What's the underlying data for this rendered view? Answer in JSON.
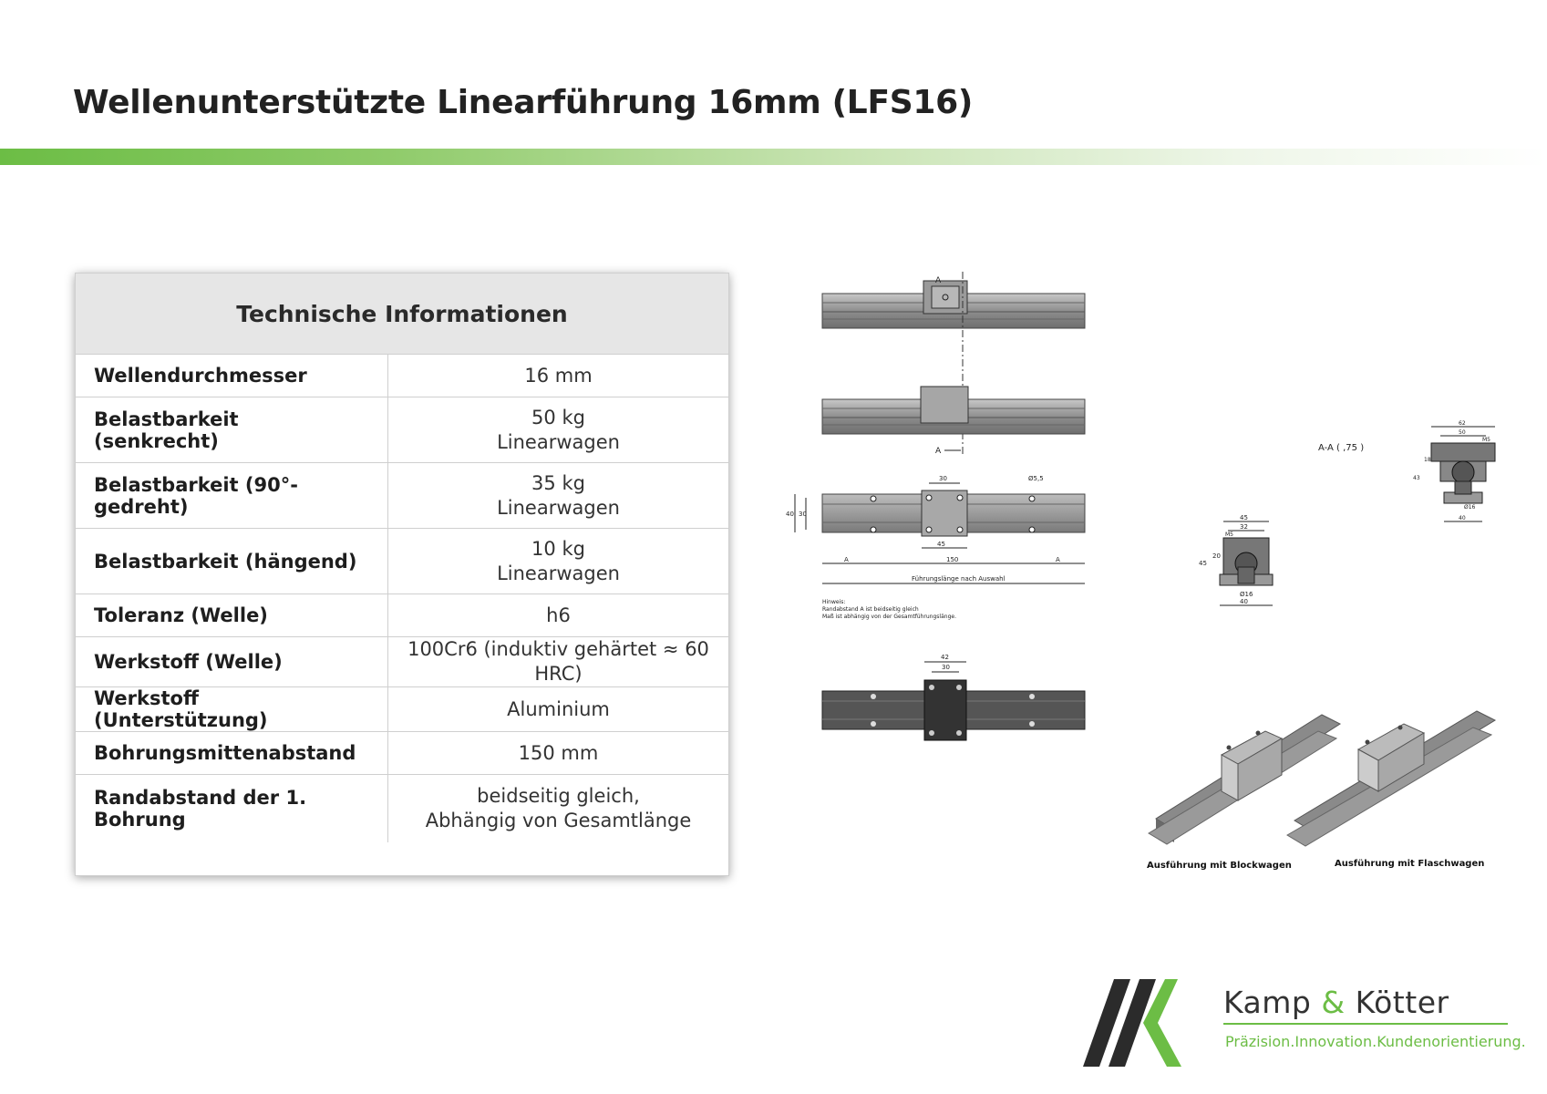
{
  "page": {
    "title": "Wellenunterstützte Linearführung 16mm (LFS16)"
  },
  "spec_table": {
    "header": "Technische Informationen",
    "rows": [
      {
        "key": "Wellendurchmesser",
        "value_lines": [
          "16 mm"
        ]
      },
      {
        "key": "Belastbarkeit (senkrecht)",
        "value_lines": [
          "50 kg",
          "Linearwagen"
        ]
      },
      {
        "key": "Belastbarkeit (90°-gedreht)",
        "value_lines": [
          "35 kg",
          "Linearwagen"
        ]
      },
      {
        "key": "Belastbarkeit (hängend)",
        "value_lines": [
          "10 kg",
          "Linearwagen"
        ]
      },
      {
        "key": "Toleranz (Welle)",
        "value_lines": [
          "h6"
        ]
      },
      {
        "key": "Werkstoff (Welle)",
        "value_lines": [
          "100Cr6 (induktiv gehärtet ≈ 60 HRC)"
        ]
      },
      {
        "key": "Werkstoff (Unterstützung)",
        "value_lines": [
          "Aluminium"
        ]
      },
      {
        "key": "Bohrungsmittenabstand",
        "value_lines": [
          "150 mm"
        ]
      },
      {
        "key": "Randabstand der 1. Bohrung",
        "value_lines": [
          "beidseitig gleich,",
          "Abhängig von Gesamtlänge"
        ]
      }
    ]
  },
  "drawing": {
    "section_marker": "A",
    "section_label": "A-A ( ,75 )",
    "dims": {
      "carriage_width": "30",
      "hole_dia": "Ø5,5",
      "height_outer": "40",
      "height_inner": "30",
      "hole_spacing_block": "45",
      "hole_pitch": "150",
      "edge": "A",
      "total_length": "Führungslänge nach Auswahl",
      "flange_width": "42",
      "flange_inner": "30",
      "block_width": "45",
      "block_inner": "32",
      "block_height": "45",
      "block_h2": "20",
      "shaft_dia": "Ø16",
      "rail_width": "40",
      "m5": "M5",
      "flange_top": "62",
      "flange_mid": "50",
      "flange_height": "43",
      "flange_h2": "18"
    },
    "note_lines": [
      "Hinweis:",
      "Randabstand A ist beidseitig gleich",
      "Maß ist abhängig von der Gesamtführungslänge."
    ],
    "caption_block": "Ausführung mit Blockwagen",
    "caption_flange": "Ausführung mit Flaschwagen"
  },
  "brand": {
    "name_part1": "Kamp",
    "amp": "&",
    "name_part2": "Kötter",
    "tagline": "Präzision.Innovation.Kundenorientierung.",
    "accent_color": "#6cbd45"
  }
}
